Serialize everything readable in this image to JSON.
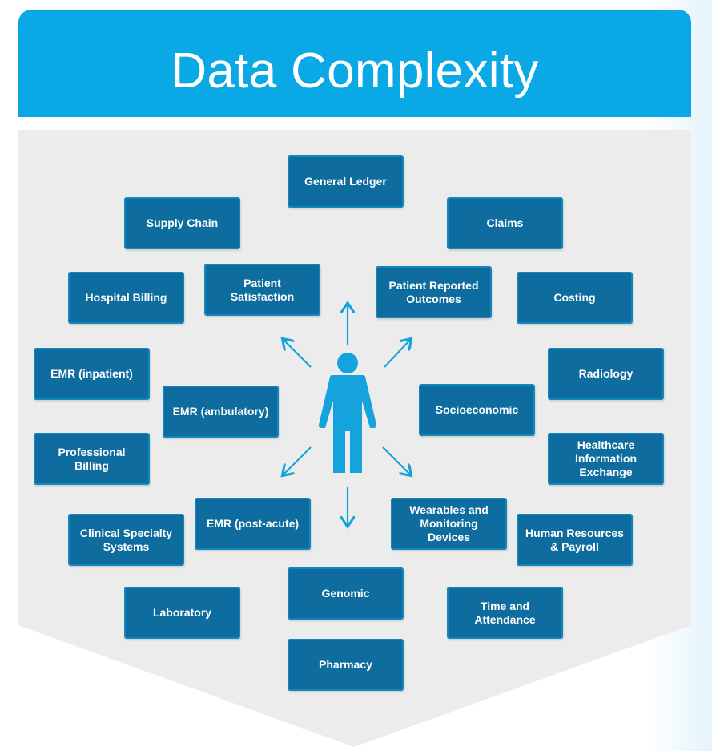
{
  "title": "Data Complexity",
  "colors": {
    "header": "#0aa9e6",
    "panel": "#ececec",
    "node_fill": "#0e6d9e",
    "node_border": "#1287be",
    "person_and_arrows": "#14a3dd"
  },
  "center_icon": "person-icon",
  "nodes": {
    "general_ledger": "General Ledger",
    "supply_chain": "Supply Chain",
    "claims": "Claims",
    "hospital_billing": "Hospital Billing",
    "patient_satisfaction": "Patient Satisfaction",
    "patient_reported_outcomes": "Patient Reported Outcomes",
    "costing": "Costing",
    "emr_inpatient": "EMR (inpatient)",
    "radiology": "Radiology",
    "emr_ambulatory": "EMR (ambulatory)",
    "socioeconomic": "Socioeconomic",
    "professional_billing": "Professional Billing",
    "healthcare_information_exchange": "Healthcare Information Exchange",
    "emr_post_acute": "EMR (post-acute)",
    "wearables": "Wearables and Monitoring Devices",
    "clinical_specialty": "Clinical Specialty Systems",
    "human_resources": "Human Resources & Payroll",
    "genomic": "Genomic",
    "laboratory": "Laboratory",
    "time_attendance": "Time and Attendance",
    "pharmacy": "Pharmacy"
  }
}
